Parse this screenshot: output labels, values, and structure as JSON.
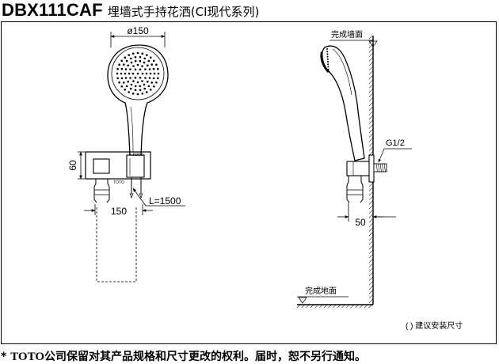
{
  "title": {
    "model": "DBX111CAF",
    "subtitle": "埋墙式手持花洒(CI现代系列)"
  },
  "front_view": {
    "diameter_label": "ø150",
    "height_label": "60",
    "width_label": "150",
    "hose_label": "L=1500",
    "brand_mark": "TOTO"
  },
  "side_view": {
    "wall_label": "完成墙面",
    "thread_label": "G1/2",
    "depth_label": "50",
    "floor_label": "完成地面"
  },
  "note": "( ) 建议安装尺寸",
  "footer": {
    "marker": "*",
    "brand": "TOTO",
    "text": "公司保留对其产品规格和尺寸更改的权利。届时，恕不另行通知。"
  }
}
